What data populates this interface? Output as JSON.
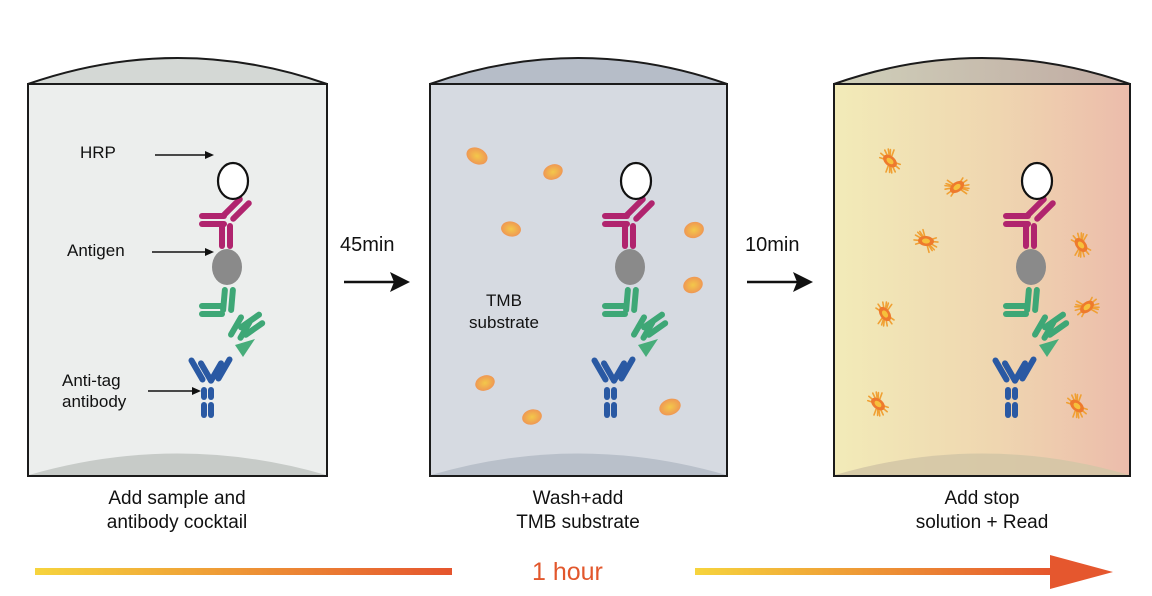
{
  "panels": [
    {
      "labels": {
        "hrp": "HRP",
        "antigen": "Antigen",
        "antitag": "Anti-tag\nantibody"
      },
      "caption": "Add sample and\nantibody cocktail"
    },
    {
      "inner_label": "TMB\nsubstrate",
      "caption": "Wash+add\nTMB substrate"
    },
    {
      "caption": "Add stop\nsolution + Read"
    }
  ],
  "steps": [
    {
      "time": "45min"
    },
    {
      "time": "10min"
    }
  ],
  "timeline": {
    "label": "1 hour"
  },
  "colors": {
    "panel1_fill": "#eceeed",
    "panel2_fill": "#d6dae1",
    "panel3_gradient": [
      "#f1e7b5",
      "#eec1ae"
    ],
    "hrp": "#ffffff",
    "detector_antibody": "#b0246e",
    "antigen": "#8a8a8a",
    "capture_antibody": "#3ea776",
    "anti_tag_antibody": "#2a59a3",
    "timeline_start": "#f5cf3a",
    "timeline_end": "#e5562e"
  }
}
